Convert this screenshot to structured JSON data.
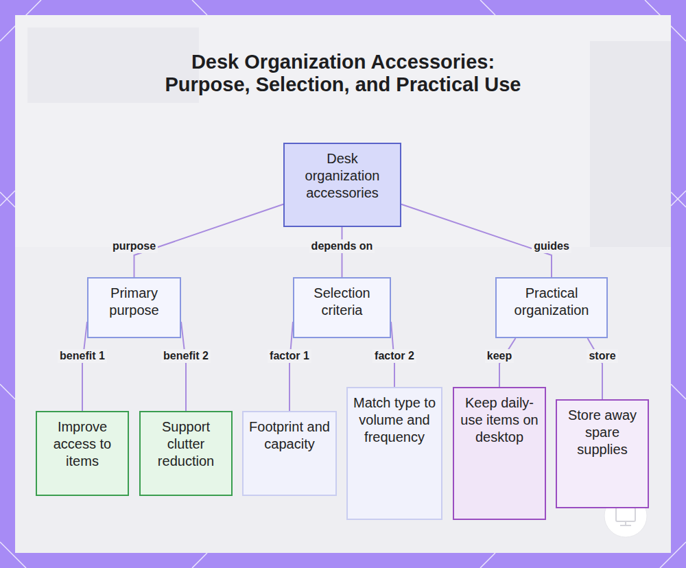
{
  "diagram": {
    "title": "Desk Organization Accessories: Purpose, Selection, and Practical Use",
    "nodes": [
      {
        "text": [
          "Desk organization accessories"
        ]
      },
      {
        "text": [
          "Primary purpose"
        ]
      },
      {
        "text": [
          "Selection criteria"
        ]
      },
      {
        "text": [
          "Practical organization"
        ]
      },
      {
        "text": [
          "Improve access to items"
        ]
      },
      {
        "text": [
          "Support clutter reduction"
        ]
      },
      {
        "text": [
          "Footprint and capacity"
        ]
      },
      {
        "text": [
          "Match type to volume and frequency"
        ]
      },
      {
        "text": [
          "Keep daily-use items on desktop"
        ]
      },
      {
        "text": [
          "Store away spare supplies"
        ]
      }
    ],
    "edges": [
      {
        "from": 0,
        "to": 1,
        "label": "purpose",
        "arrow": "none"
      },
      {
        "from": 0,
        "to": 2,
        "label": "depends on",
        "arrow": "none"
      },
      {
        "from": 0,
        "to": 3,
        "label": "guides",
        "arrow": "none"
      },
      {
        "from": 1,
        "to": 4,
        "label": "benefit 1",
        "arrow": "none"
      },
      {
        "from": 1,
        "to": 5,
        "label": "benefit 2",
        "arrow": "none"
      },
      {
        "from": 2,
        "to": 6,
        "label": "factor 1",
        "arrow": "none"
      },
      {
        "from": 2,
        "to": 7,
        "label": "factor 2",
        "arrow": "none"
      },
      {
        "from": 3,
        "to": 8,
        "label": "keep",
        "arrow": "none"
      },
      {
        "from": 3,
        "to": 9,
        "label": "store",
        "arrow": "none"
      }
    ]
  }
}
